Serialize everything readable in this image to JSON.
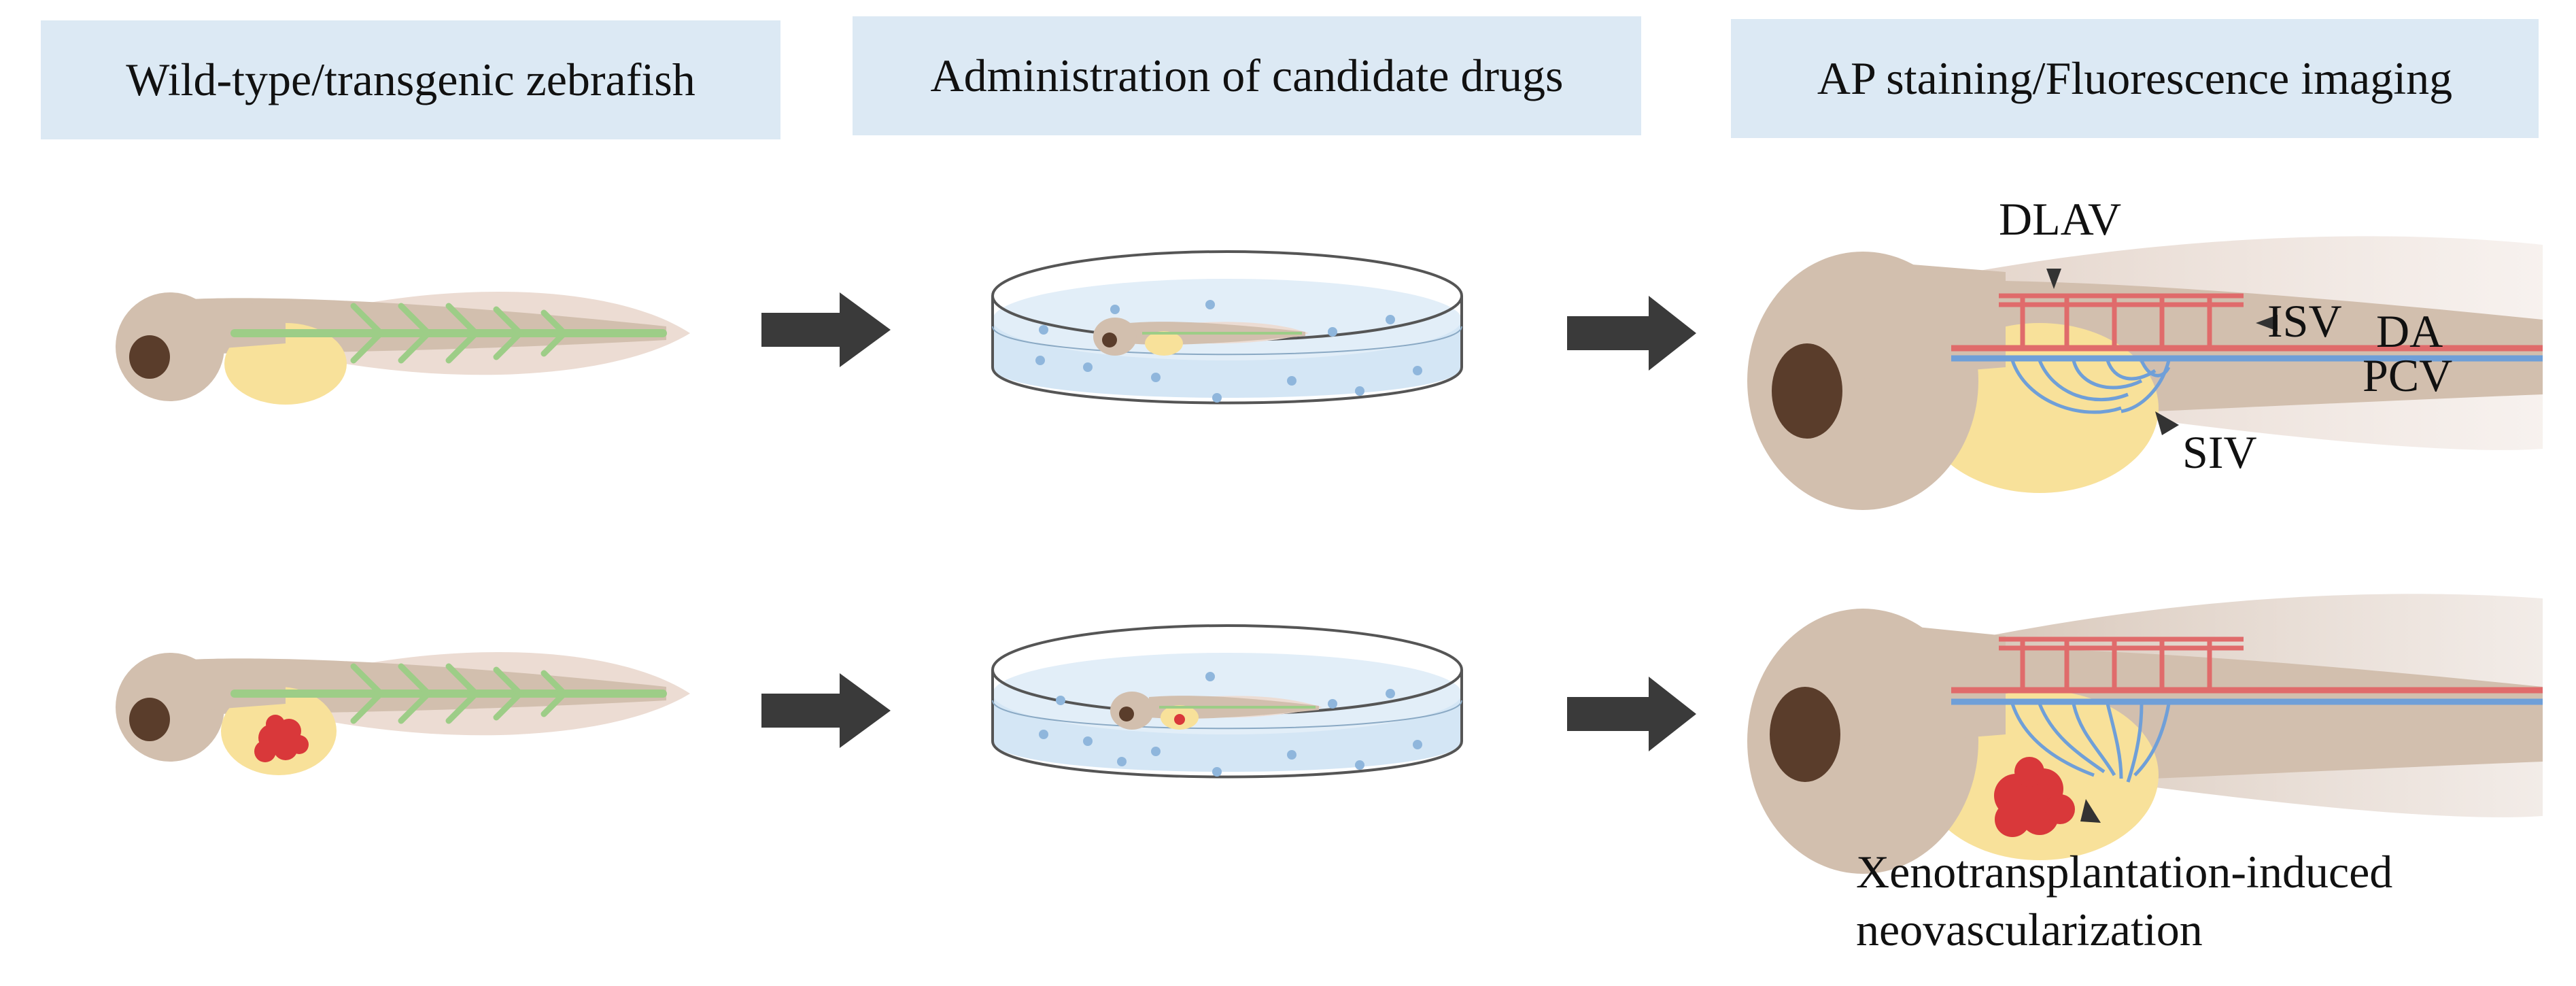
{
  "headers": [
    {
      "text": "Wild-type/transgenic zebrafish"
    },
    {
      "text": "Administration of candidate drugs"
    },
    {
      "text": "AP staining/Fluorescence imaging"
    }
  ],
  "vessel_labels": {
    "dlav": "DLAV",
    "isv": "ISV",
    "da": "DA",
    "pcv": "PCV",
    "siv": "SIV"
  },
  "tumor_label": {
    "line1": "Xenotransplantation-induced",
    "line2": "neovascularization"
  },
  "colors": {
    "header_bg": "#dce9f4",
    "fish_body": "#d2bfae",
    "fish_tail_fin": "#ecdcd3",
    "yolk": "#f8e19a",
    "eye": "#5a3d2b",
    "notochord": "#9dcd87",
    "artery": "#e06b6b",
    "vein": "#6f9fd8",
    "tumor": "#d9383a",
    "arrow": "#3a3a3a",
    "dish_liquid": "#d4e6f5",
    "dish_dots": "#8fb6dc"
  }
}
